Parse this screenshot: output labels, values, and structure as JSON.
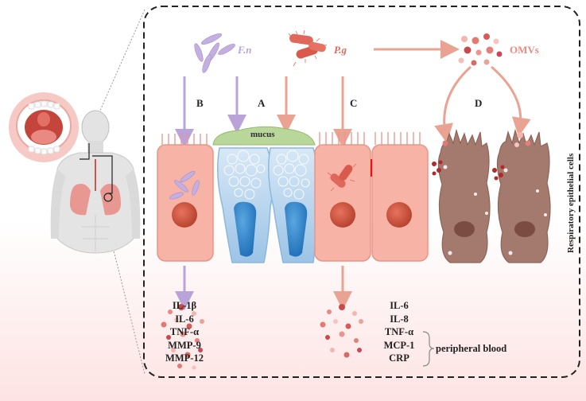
{
  "pathogens": {
    "fn": "F.n",
    "pg": "P.g",
    "omv": "OMVs"
  },
  "mechanisms": {
    "a": "A",
    "b": "B",
    "c": "C",
    "d": "D"
  },
  "mucus": "mucus",
  "side_label": "Respiratory epithelial cells",
  "cytokines_left": [
    "IL-1β",
    "IL-6",
    "TNF-α",
    "MMP-9",
    "MMP-12"
  ],
  "cytokines_right": [
    "IL-6",
    "IL-8",
    "TNF-α",
    "MCP-1",
    "CRP"
  ],
  "blood_label": "peripheral blood",
  "colors": {
    "fn": "#b9a3d9",
    "pg": "#e0685a",
    "omv": "#e98a82",
    "cell_pink": "#f6b3a6",
    "goblet_blue": "#b7d5ef",
    "mucus": "#b9d79a",
    "damaged": "#a47a6e"
  }
}
